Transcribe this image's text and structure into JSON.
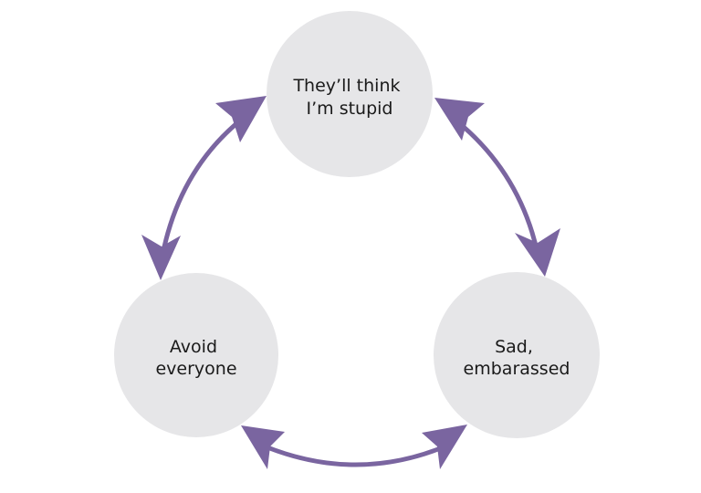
{
  "diagram": {
    "type": "cycle",
    "colors": {
      "node_fill": "#e6e6e8",
      "arrow": "#7a65a0",
      "text": "#1a1a1a",
      "background": "#ffffff"
    },
    "nodes": [
      {
        "id": "thought",
        "lines": [
          "They’ll think",
          "I’m stupid"
        ]
      },
      {
        "id": "feeling",
        "lines": [
          "Sad,",
          "embarassed"
        ]
      },
      {
        "id": "behaviour",
        "lines": [
          "Avoid",
          "everyone"
        ]
      }
    ],
    "connections": [
      {
        "from": "thought",
        "to": "feeling",
        "bidirectional": true
      },
      {
        "from": "feeling",
        "to": "behaviour",
        "bidirectional": true
      },
      {
        "from": "behaviour",
        "to": "thought",
        "bidirectional": true
      }
    ]
  }
}
